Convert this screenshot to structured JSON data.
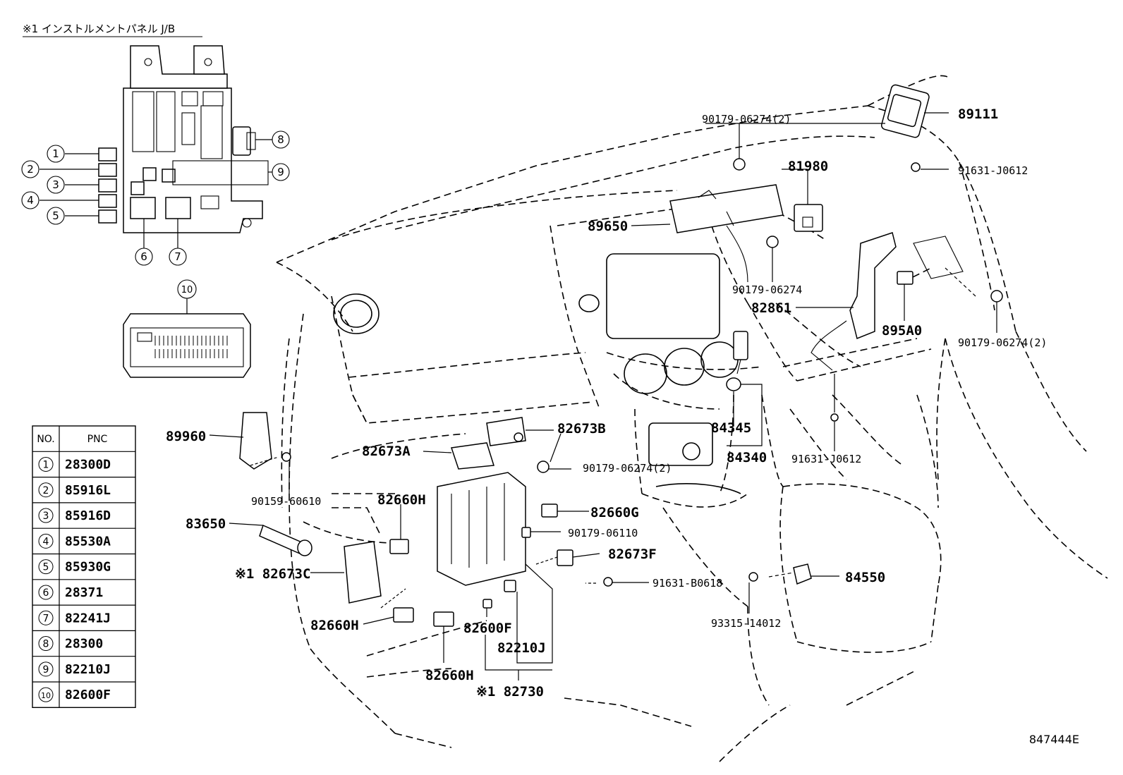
{
  "jb_caption": "※1 インストルメントパネル J/B",
  "figure_id": "847444E",
  "table": {
    "header_no": "NO.",
    "header_pnc": "PNC",
    "rows": [
      {
        "no": "1",
        "pnc": "28300D"
      },
      {
        "no": "2",
        "pnc": "85916L"
      },
      {
        "no": "3",
        "pnc": "85916D"
      },
      {
        "no": "4",
        "pnc": "85530A"
      },
      {
        "no": "5",
        "pnc": "85930G"
      },
      {
        "no": "6",
        "pnc": "28371"
      },
      {
        "no": "7",
        "pnc": "82241J"
      },
      {
        "no": "8",
        "pnc": "28300"
      },
      {
        "no": "9",
        "pnc": "82210J"
      },
      {
        "no": "10",
        "pnc": "82600F"
      }
    ]
  },
  "labels": {
    "p89111": "89111",
    "p90179_top": "90179-06274(2)",
    "p91631_j_top": "91631-J0612",
    "p81980": "81980",
    "p89650": "89650",
    "p90179_mid": "90179-06274",
    "p82861": "82861",
    "p895A0": "895A0",
    "p90179_right": "90179-06274(2)",
    "p84345": "84345",
    "p84340": "84340",
    "p91631_j_low": "91631-J0612",
    "p82673B": "82673B",
    "p82673A": "82673A",
    "p90179_bracket": "90179-06274(2)",
    "p89960": "89960",
    "p90159": "90159-60610",
    "p82660H_top": "82660H",
    "p82660G": "82660G",
    "p90179_06110": "90179-06110",
    "p83650": "83650",
    "p82673F": "82673F",
    "p82673C": "※1 82673C",
    "p91631_b": "91631-B0618",
    "p84550": "84550",
    "p93315": "93315-14012",
    "p82660H_left": "82660H",
    "p82600F": "82600F",
    "p82210J": "82210J",
    "p82660H_bottom": "82660H",
    "p82730": "※1 82730"
  }
}
